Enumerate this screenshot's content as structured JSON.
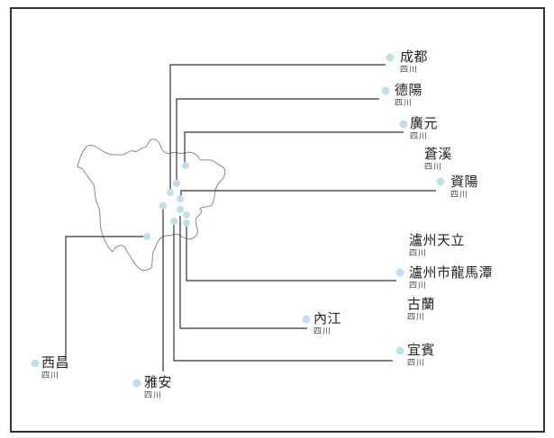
{
  "map": {
    "region": "四川",
    "dot_color": "#bfe0ea",
    "line_color": "#333333",
    "outline_color": "#888888"
  },
  "locations": [
    {
      "name": "成都",
      "province": "四川",
      "has_dot": true
    },
    {
      "name": "德陽",
      "province": "四川",
      "has_dot": true
    },
    {
      "name": "廣元",
      "province": "四川",
      "has_dot": true
    },
    {
      "name": "蒼溪",
      "province": "四川",
      "has_dot": false
    },
    {
      "name": "資陽",
      "province": "四川",
      "has_dot": true
    },
    {
      "name": "瀘州天立",
      "province": "四川",
      "has_dot": false
    },
    {
      "name": "瀘州市龍馬潭",
      "province": "四川",
      "has_dot": true
    },
    {
      "name": "古蘭",
      "province": "四川",
      "has_dot": false
    },
    {
      "name": "內江",
      "province": "四川",
      "has_dot": true
    },
    {
      "name": "宜賓",
      "province": "四川",
      "has_dot": true
    },
    {
      "name": "西昌",
      "province": "四川",
      "has_dot": true
    },
    {
      "name": "雅安",
      "province": "四川",
      "has_dot": true
    }
  ]
}
